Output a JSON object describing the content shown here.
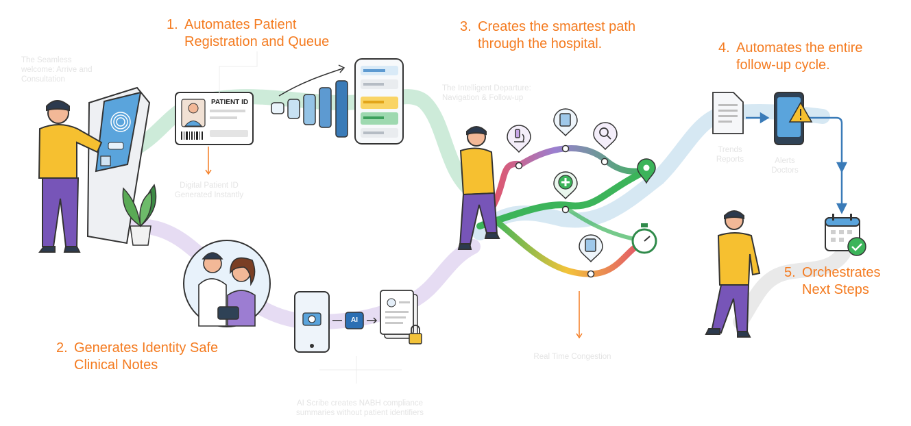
{
  "steps": {
    "s1": {
      "num": "1.",
      "line1": "Automates Patient",
      "line2": "Registration and Queue"
    },
    "s2": {
      "num": "2.",
      "line1": "Generates Identity Safe",
      "line2": "Clinical Notes"
    },
    "s3": {
      "num": "3.",
      "line1": "Creates the smartest path",
      "line2": "through the hospital."
    },
    "s4": {
      "num": "4.",
      "line1": "Automates the entire",
      "line2": "follow-up cycle."
    },
    "s5": {
      "num": "5.",
      "line1": "Orchestrates",
      "line2": "Next Steps"
    }
  },
  "notes": {
    "welcome": [
      "The Seamless",
      "welcome: Arrive and",
      "Consultation"
    ],
    "patient_id": [
      "Digital Patient ID",
      "Generated Instantly"
    ],
    "departure": [
      "The Intelligent Departure:",
      "Navigation & Follow-up"
    ],
    "scribe": [
      "AI Scribe creates NABH compliance",
      "summaries without patient identifiers"
    ],
    "congestion": [
      "Real Time Congestion"
    ],
    "trends": [
      "Trends",
      "Reports"
    ],
    "alerts": [
      "Alerts",
      "Doctors"
    ]
  },
  "card": {
    "patient_id_label": "PATIENT ID"
  },
  "ai_chip": {
    "label": "AI"
  },
  "colors": {
    "accent": "#f47b20",
    "shirt": "#f6c030",
    "pants": "#7755b8",
    "ribbon_green": "#a8dcc0",
    "ribbon_purple": "#cfc0e6",
    "ribbon_blue": "#bcd8ea",
    "ribbon_grey": "#dedede",
    "route_green": "#3cb45a",
    "route_red": "#e2556a",
    "route_purple": "#9b7fd0",
    "route_yellow": "#f3c33a"
  },
  "icons": [
    "fingerprint-icon",
    "microscope-icon",
    "lab-report-icon",
    "magnify-icon",
    "plus-icon",
    "scan-icon",
    "location-pin-icon",
    "stopwatch-icon",
    "camera-icon",
    "lock-icon",
    "warning-icon",
    "calendar-icon",
    "check-icon",
    "document-icon"
  ]
}
